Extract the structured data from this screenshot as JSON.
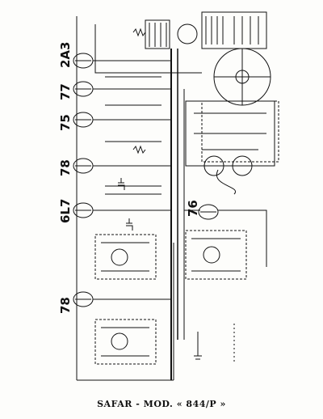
{
  "caption": "SAFAR - MOD. « 844/P »",
  "tubes": [
    {
      "id": "2a3",
      "label": "2A3"
    },
    {
      "id": "77a",
      "label": "77"
    },
    {
      "id": "75",
      "label": "75"
    },
    {
      "id": "78a",
      "label": "78"
    },
    {
      "id": "6l7",
      "label": "6L7"
    },
    {
      "id": "76",
      "label": "76"
    },
    {
      "id": "78b",
      "label": "78"
    }
  ],
  "colors": {
    "ink": "#111111",
    "paper": "#fdfdfb"
  }
}
